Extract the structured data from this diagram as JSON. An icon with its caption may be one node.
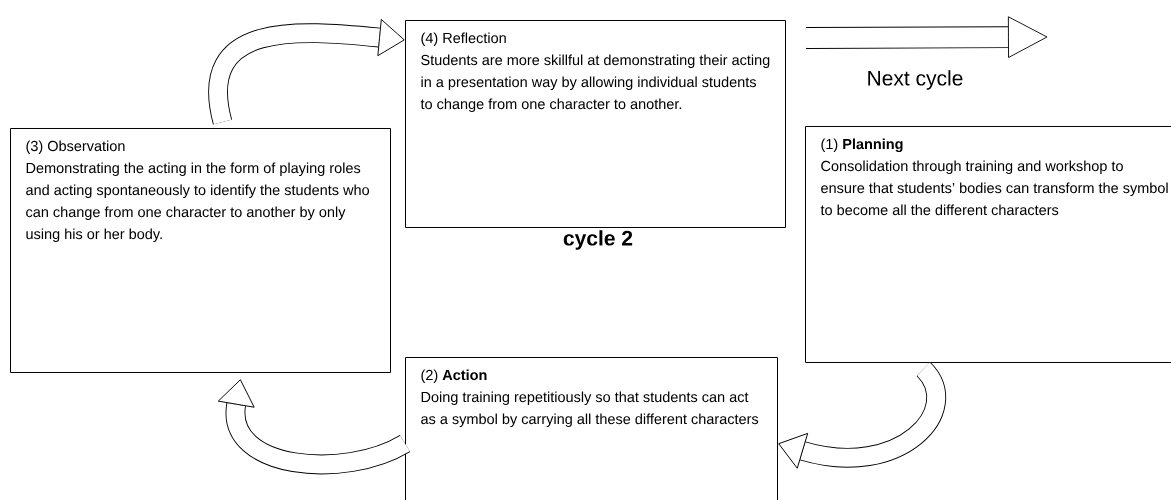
{
  "diagram": {
    "nodes": [
      {
        "text": [
          "(4) Reflection",
          "Students are more skillful at demonstrating their acting in a presentation way by allowing individual students to change from one character to another."
        ]
      },
      {
        "text": [
          "(3) Observation",
          "Demonstrating the acting in the form of playing roles and acting spontaneously to identify the students who can change from one character to another by only using his or her body."
        ]
      },
      {
        "text": [
          "(1) **Planning**",
          "Consolidation through training and workshop to ensure that students’ bodies can transform the symbol  to become all the different characters"
        ]
      },
      {
        "text": [
          "(2) **Action**",
          "Doing training repetitiously so that students can act as a symbol by carrying all these different characters"
        ]
      }
    ],
    "edges": [
      {
        "from": 2,
        "to": 3,
        "arrow": "to"
      },
      {
        "from": 3,
        "to": 1,
        "arrow": "to"
      },
      {
        "from": 1,
        "to": 0,
        "arrow": "to"
      },
      {
        "from": 0,
        "to": null,
        "arrow": "to"
      }
    ],
    "labels": [
      "Next cycle",
      "cycle 2"
    ]
  }
}
